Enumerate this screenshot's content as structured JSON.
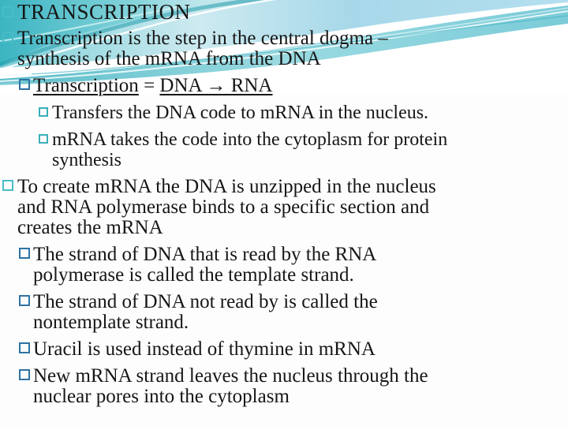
{
  "slide": {
    "kind": "presentation-slide",
    "title": "TRANSCRIPTION"
  },
  "theme": {
    "colors": {
      "text": "#161616",
      "bullet_level1": "#49bcc6",
      "bullet_level2": "#2e73a4",
      "bullet_level3": "#3aaeb8",
      "header_teal_dark": "#1f9aaa",
      "header_teal": "#2ba8b4",
      "header_sky": "#a7d8e9",
      "background": "#fdfdfe"
    },
    "icons": {
      "bullet": "square-outline-icon"
    }
  },
  "content": {
    "items": [
      {
        "level": 1,
        "is_title": true,
        "segments": [
          {
            "text": "TRANSCRIPTION"
          }
        ]
      },
      {
        "level": 1,
        "segments": [
          {
            "text": "Transcription is the step in the central dogma –"
          },
          {
            "br": true
          },
          {
            "text": "synthesis of the mRNA from the DNA"
          }
        ]
      },
      {
        "level": 2,
        "segments": [
          {
            "text": "Transcription",
            "u": true
          },
          {
            "text": " = "
          },
          {
            "text": "DNA → RNA",
            "u": true
          }
        ]
      },
      {
        "level": 3,
        "segments": [
          {
            "text": "Transfers the DNA code to mRNA in the nucleus."
          }
        ]
      },
      {
        "level": 3,
        "segments": [
          {
            "text": "mRNA takes the code into the cytoplasm for protein"
          },
          {
            "br": true
          },
          {
            "text": "synthesis"
          }
        ]
      },
      {
        "level": 1,
        "segments": [
          {
            "text": "To create mRNA the DNA is unzipped in the nucleus"
          },
          {
            "br": true
          },
          {
            "text": "and RNA polymerase binds to a specific section and"
          },
          {
            "br": true
          },
          {
            "text": "creates the mRNA"
          }
        ]
      },
      {
        "level": 2,
        "segments": [
          {
            "text": "The strand of DNA that is read by the RNA"
          },
          {
            "br": true
          },
          {
            "text": "polymerase is called the template strand."
          }
        ]
      },
      {
        "level": 2,
        "segments": [
          {
            "text": "The strand of DNA not read by is called the"
          },
          {
            "br": true
          },
          {
            "text": "nontemplate strand."
          }
        ]
      },
      {
        "level": 2,
        "segments": [
          {
            "text": "Uracil is used instead of thymine in mRNA"
          }
        ]
      },
      {
        "level": 2,
        "segments": [
          {
            "text": "New mRNA strand leaves the nucleus through the"
          },
          {
            "br": true
          },
          {
            "text": "nuclear pores into the cytoplasm"
          }
        ]
      }
    ]
  }
}
